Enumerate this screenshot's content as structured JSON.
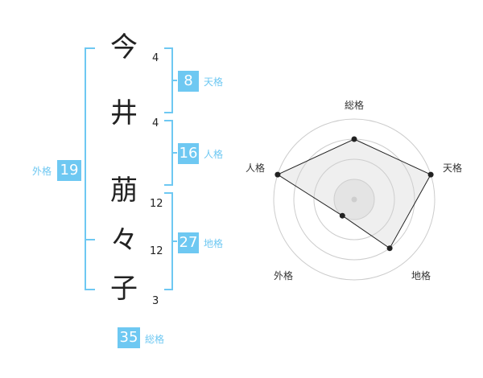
{
  "name": {
    "characters": [
      {
        "char": "今",
        "strokes": "4"
      },
      {
        "char": "井",
        "strokes": "4"
      },
      {
        "char": "萠",
        "strokes": "12"
      },
      {
        "char": "々",
        "strokes": "12"
      },
      {
        "char": "子",
        "strokes": "3"
      }
    ]
  },
  "fortunes": {
    "tenkaku": {
      "value": "8",
      "label": "天格"
    },
    "jinkaku": {
      "value": "16",
      "label": "人格"
    },
    "chikaku": {
      "value": "27",
      "label": "地格"
    },
    "gaikaku": {
      "value": "19",
      "label": "外格"
    },
    "soukaku": {
      "value": "35",
      "label": "総格"
    }
  },
  "colors": {
    "accent": "#6ec8f2",
    "text": "#222222",
    "radar_fill": "#eeeeee",
    "radar_ring": "#cccccc"
  },
  "chart_data": {
    "type": "radar",
    "axes": [
      "総格",
      "天格",
      "地格",
      "外格",
      "人格"
    ],
    "levels": 4,
    "range": [
      0,
      4
    ],
    "values": [
      3,
      4,
      3,
      1,
      4
    ],
    "grid": true
  }
}
